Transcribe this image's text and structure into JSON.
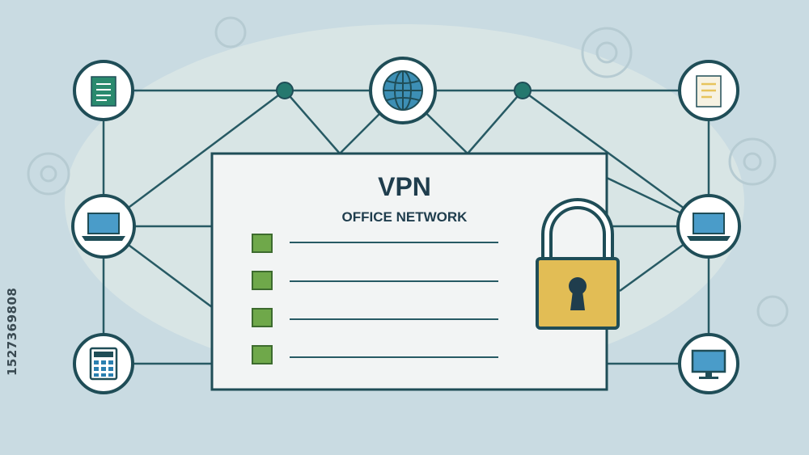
{
  "panel": {
    "title": "VPN",
    "subtitle": "OFFICE NETWORK",
    "checklist_count": 4
  },
  "stock_id": "1527369808",
  "colors": {
    "background": "#c9dbe2",
    "line": "#275a64",
    "node_fill": "#ffffff",
    "node_stroke": "#1f4d57",
    "panel_fill": "#f2f4f4",
    "checkbox": "#6fa84a",
    "lock_body": "#e2bd55",
    "globe": "#3d8fb5",
    "document_green": "#2a8a6e",
    "document_yellow": "#e7c45c"
  },
  "nodes": [
    {
      "id": "document-green",
      "icon": "document-icon"
    },
    {
      "id": "globe",
      "icon": "globe-icon"
    },
    {
      "id": "document-yellow",
      "icon": "document-icon"
    },
    {
      "id": "laptop-left",
      "icon": "laptop-icon"
    },
    {
      "id": "laptop-right",
      "icon": "laptop-icon"
    },
    {
      "id": "calculator",
      "icon": "calculator-icon"
    },
    {
      "id": "monitor",
      "icon": "monitor-icon"
    }
  ]
}
